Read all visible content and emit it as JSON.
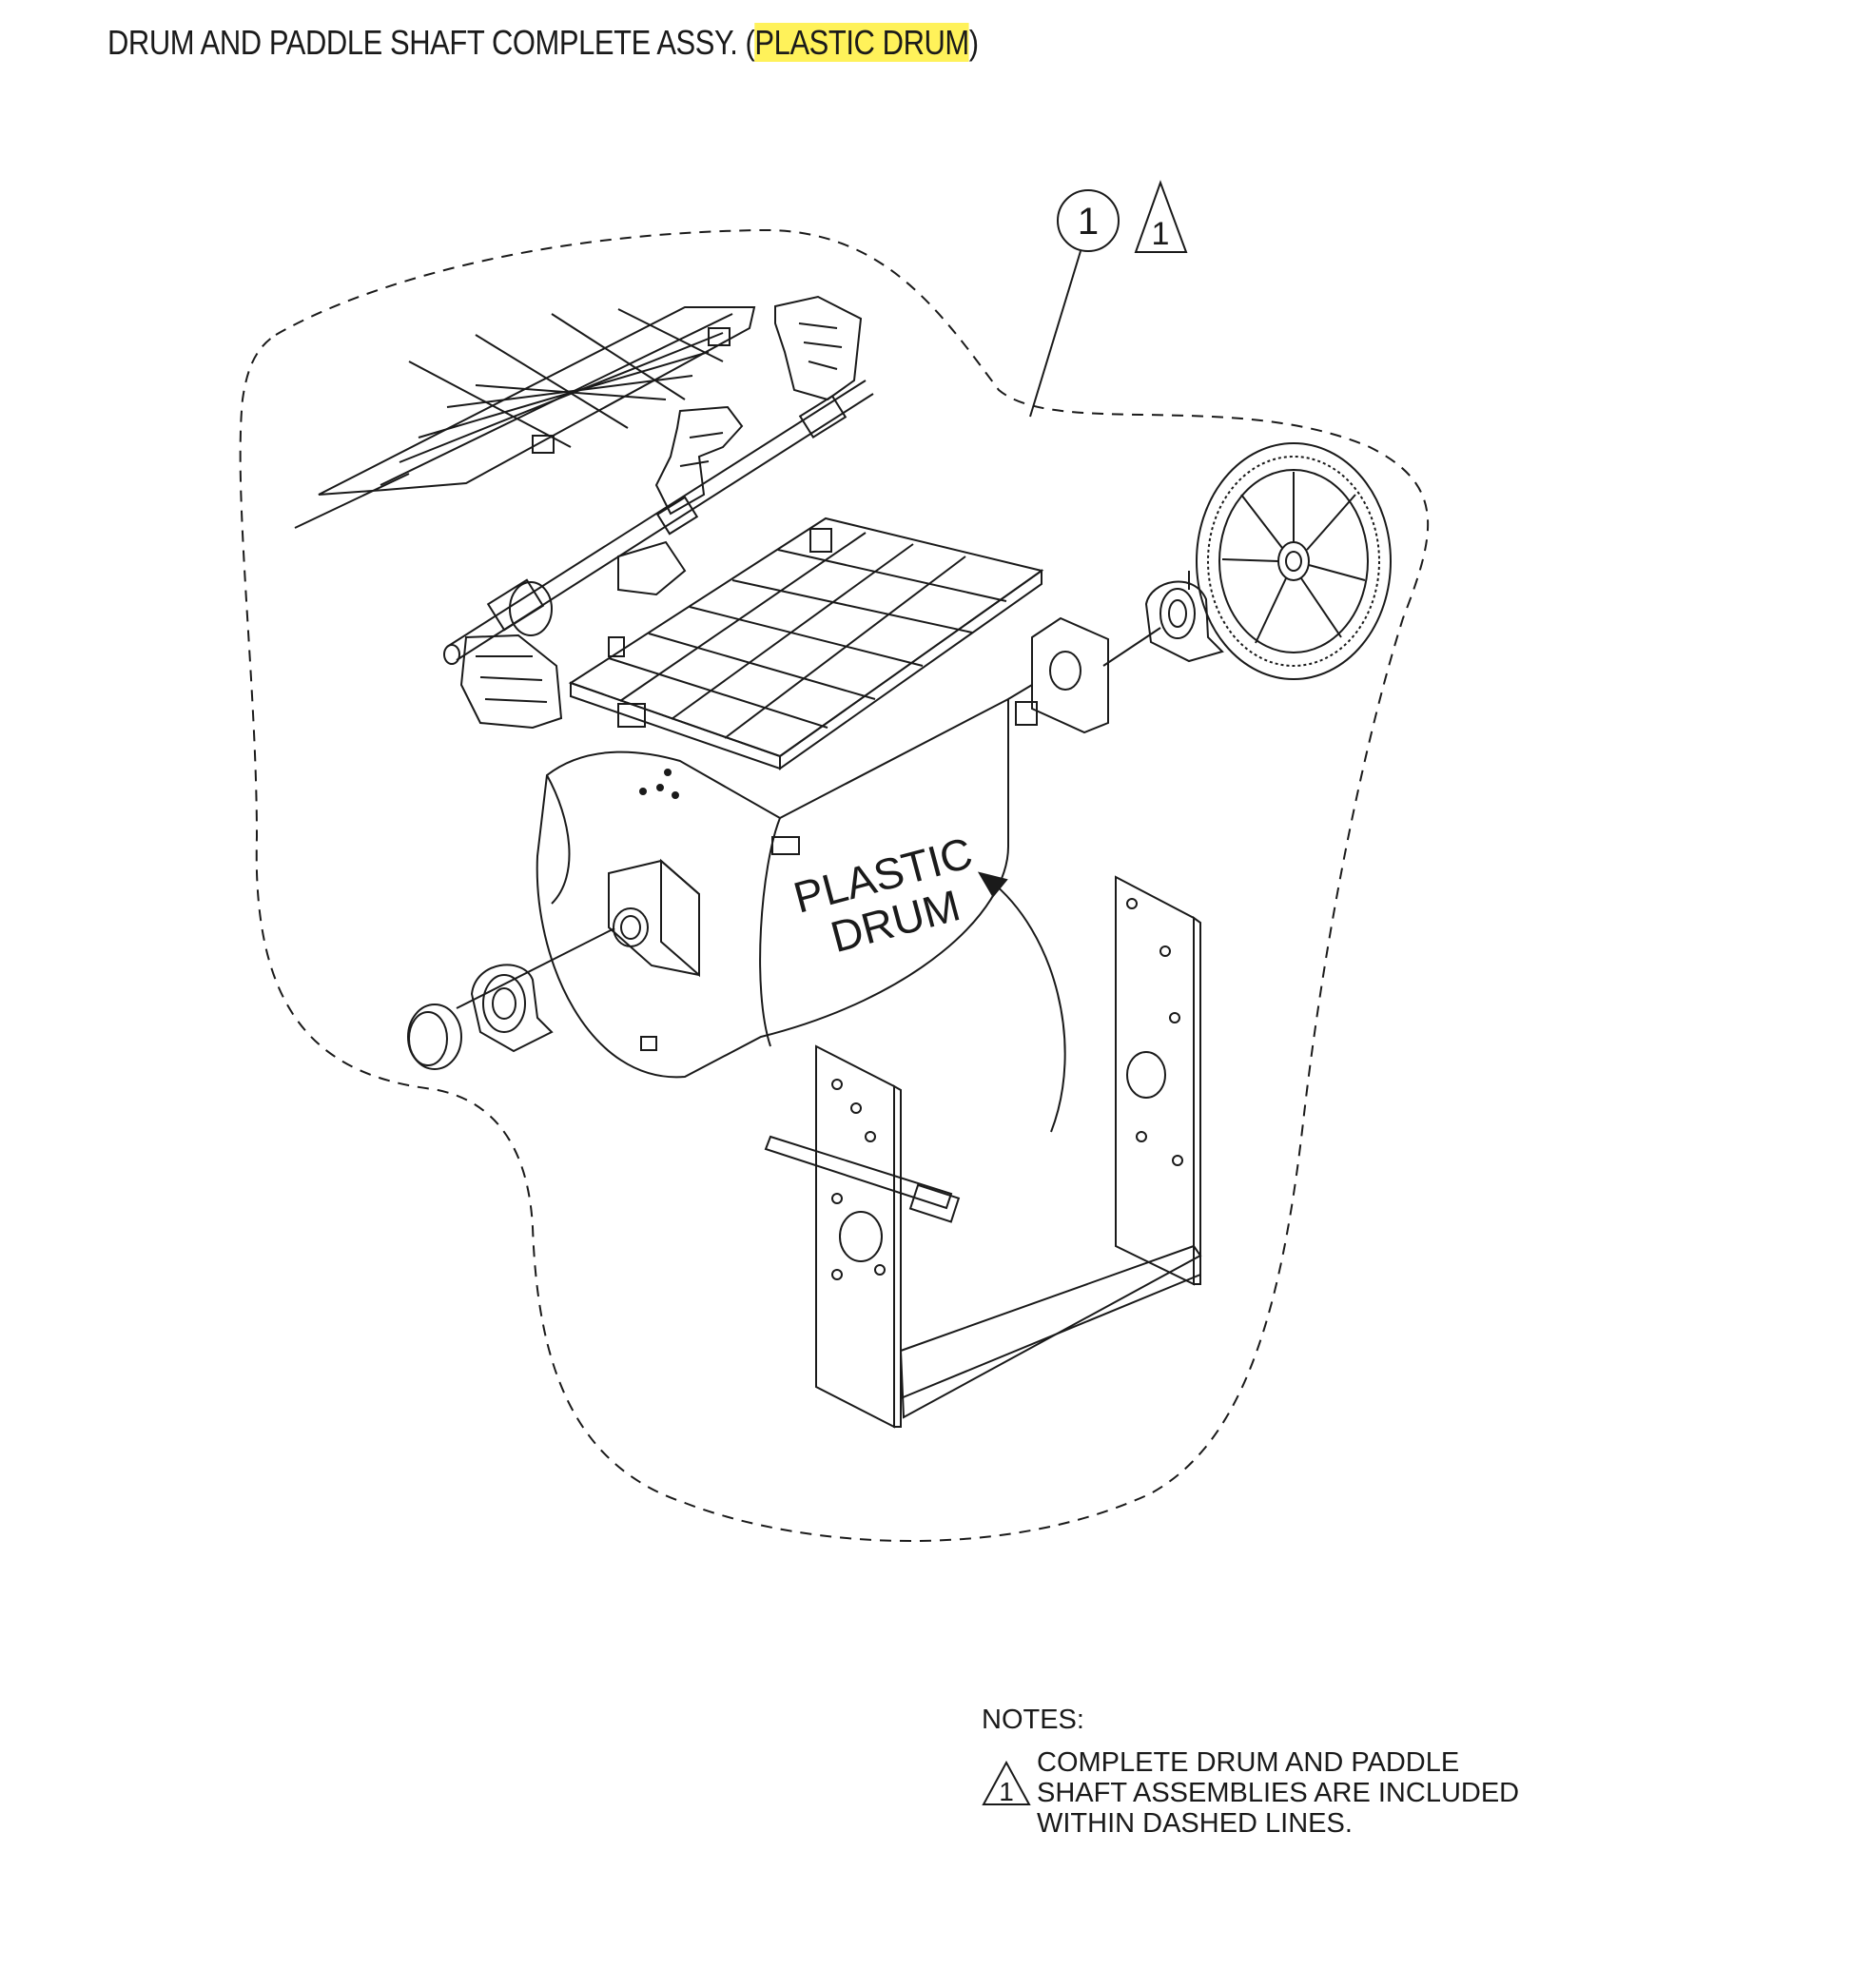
{
  "title": {
    "main": "DRUM AND PADDLE SHAFT COMPLETE ASSY.  (",
    "highlight": "PLASTIC DRUM",
    "close": ")"
  },
  "callout": {
    "item_number": "1",
    "note_ref": "1"
  },
  "drum_label": {
    "line1": "PLASTIC",
    "line2": "DRUM"
  },
  "notes": {
    "heading": "NOTES:",
    "note_ref": "1",
    "lines": [
      "COMPLETE DRUM AND PADDLE",
      "SHAFT ASSEMBLIES ARE INCLUDED",
      "WITHIN DASHED LINES."
    ]
  },
  "colors": {
    "highlight": "#fff25a",
    "ink": "#1a1a1a"
  }
}
